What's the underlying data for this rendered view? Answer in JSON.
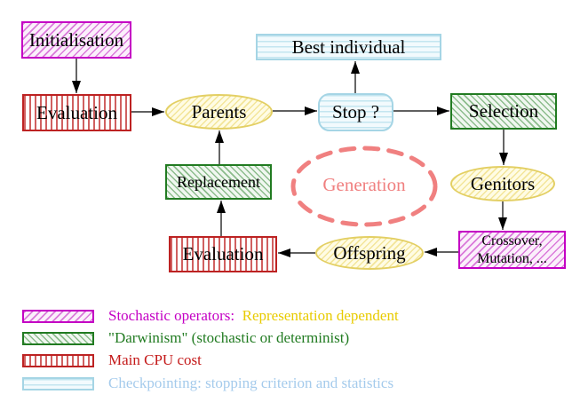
{
  "diagram": {
    "nodes": {
      "initialisation": {
        "label": "Initialisation"
      },
      "evaluation_top": {
        "label": "Evaluation"
      },
      "best_individual": {
        "label": "Best individual"
      },
      "parents": {
        "label": "Parents"
      },
      "stop": {
        "label": "Stop ?"
      },
      "selection": {
        "label": "Selection"
      },
      "genitors": {
        "label": "Genitors"
      },
      "crossover_mutation": {
        "line1": "Crossover,",
        "line2": "Mutation, ..."
      },
      "offspring": {
        "label": "Offspring"
      },
      "evaluation_bottom": {
        "label": "Evaluation"
      },
      "replacement": {
        "label": "Replacement"
      },
      "generation": {
        "label": "Generation"
      }
    },
    "legend": [
      {
        "label": "Stochastic operators:",
        "label2": "Representation dependent",
        "swatch": "magenta-diagonal-hatch"
      },
      {
        "label": "\"Darwinism\" (stochastic or determinist)",
        "swatch": "green-diagonal-hatch"
      },
      {
        "label": "Main CPU cost",
        "swatch": "red-vertical-stripes"
      },
      {
        "label": "Checkpointing: stopping criterion and statistics",
        "swatch": "cyan-horizontal-stripes"
      }
    ],
    "colors": {
      "magenta": "#c400c4",
      "green": "#217b21",
      "red": "#bd2222",
      "cyan_border": "#a5d5e5",
      "yellow_border": "#e3cf63",
      "salmon": "#f08080",
      "gold_text": "#e8cb00",
      "light_blue_text": "#a5cbec"
    }
  }
}
